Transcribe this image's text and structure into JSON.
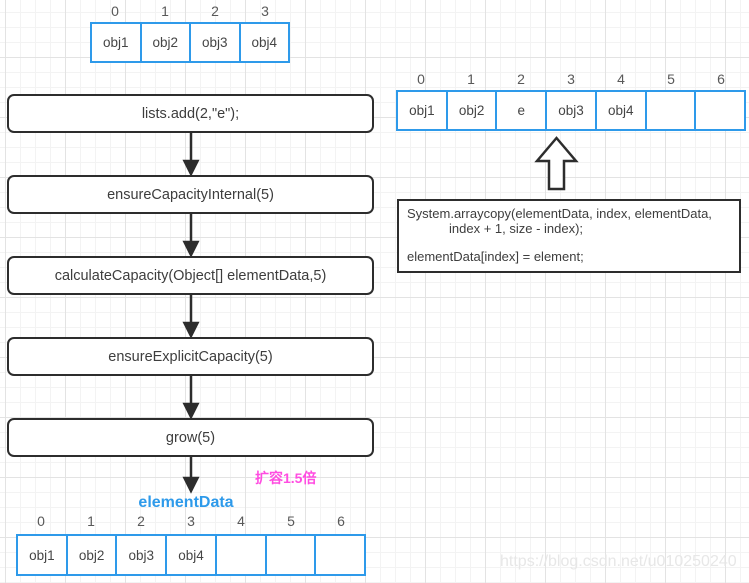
{
  "colors": {
    "array_border": "#2E9AEA",
    "flow_border": "#2D2D2D",
    "note_pink": "#FF4DE1",
    "label_blue": "#2E9AEA",
    "watermark_gray": "#E7E7E7"
  },
  "arrays": {
    "initial": {
      "indices": [
        "0",
        "1",
        "2",
        "3"
      ],
      "cells": [
        "obj1",
        "obj2",
        "obj3",
        "obj4"
      ]
    },
    "after_insert": {
      "indices": [
        "0",
        "1",
        "2",
        "3",
        "4",
        "5",
        "6"
      ],
      "cells": [
        "obj1",
        "obj2",
        "e",
        "obj3",
        "obj4",
        "",
        ""
      ]
    },
    "grown": {
      "indices": [
        "0",
        "1",
        "2",
        "3",
        "4",
        "5",
        "6"
      ],
      "cells": [
        "obj1",
        "obj2",
        "obj3",
        "obj4",
        "",
        "",
        ""
      ]
    }
  },
  "flowchart": {
    "steps": [
      "lists.add(2,\"e\");",
      "ensureCapacityInternal(5)",
      "calculateCapacity(Object[] elementData,5)",
      "ensureExplicitCapacity(5)",
      "grow(5)"
    ]
  },
  "labels": {
    "grow_note": "扩容1.5倍",
    "array_name": "elementData"
  },
  "code_box": {
    "line1": "System.arraycopy(elementData, index, elementData,",
    "line2": "index + 1, size - index);",
    "line3": "elementData[index] = element;"
  },
  "watermark": "https://blog.csdn.net/u010250240"
}
